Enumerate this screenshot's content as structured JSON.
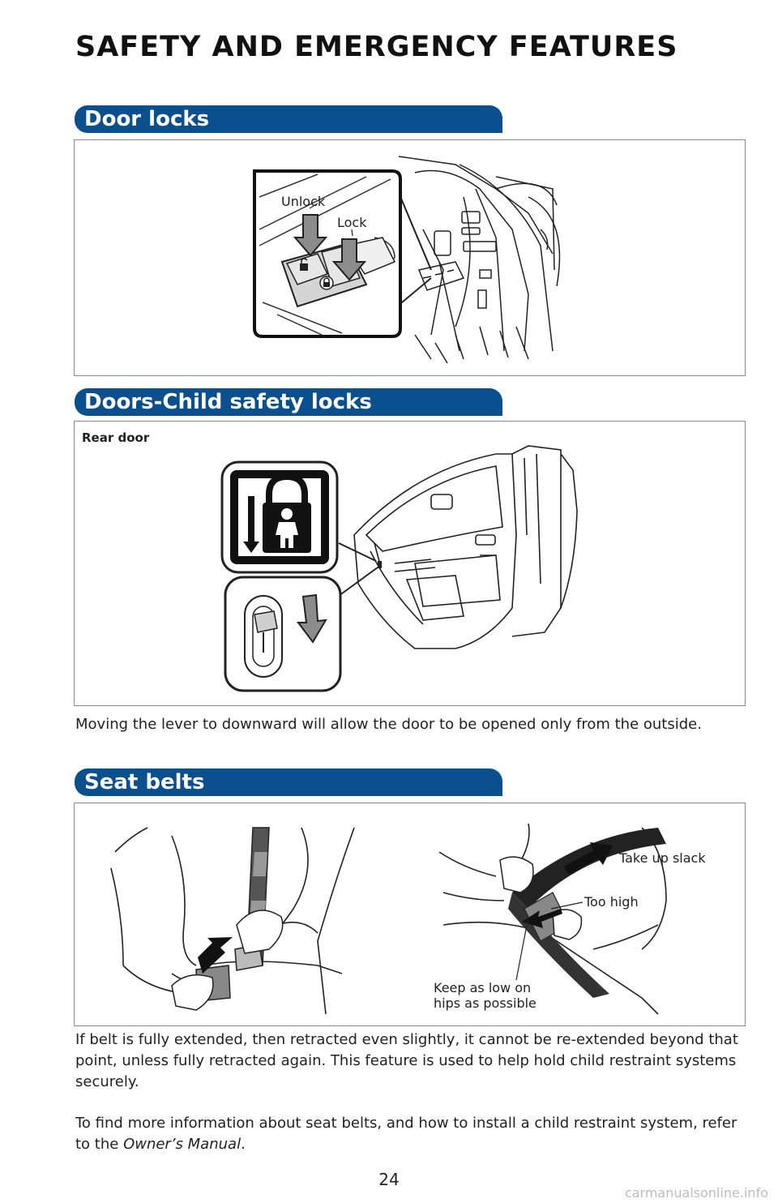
{
  "page": {
    "title": "SAFETY AND EMERGENCY FEATURES",
    "page_number": "24",
    "watermark": "carmanualsonline.info"
  },
  "door_locks": {
    "heading": "Door locks",
    "labels": {
      "unlock": "Unlock",
      "lock": "Lock"
    }
  },
  "child_locks": {
    "heading": "Doors-Child safety locks",
    "sublabel": "Rear door",
    "description": "Moving the lever to downward will allow the door to be opened only from the outside."
  },
  "seat_belts": {
    "heading": "Seat belts",
    "labels": {
      "take_up_slack": "Take up slack",
      "too_high": "Too high",
      "keep_low_line1": "Keep as low on",
      "keep_low_line2": "hips as possible"
    },
    "paragraph1": "If belt is fully extended, then retracted even slightly, it cannot be re-extended beyond that point, unless fully retracted again. This feature is used to help hold child restraint systems securely.",
    "paragraph2_before": "To find more information about seat belts, and how to install a child restraint system, refer to the ",
    "paragraph2_emphasis": "Owner’s Manual",
    "paragraph2_after": "."
  },
  "icons": [
    "lock-button-icon",
    "unlock-button-icon",
    "child-lock-symbol-icon",
    "down-arrow-icon",
    "lever-icon",
    "buckle-icon",
    "slack-arrow-icon"
  ],
  "colors": {
    "section_tab": "#0a4f8e",
    "frame_border": "#8a8a8a",
    "arrow_gray": "#8c8c8c"
  }
}
